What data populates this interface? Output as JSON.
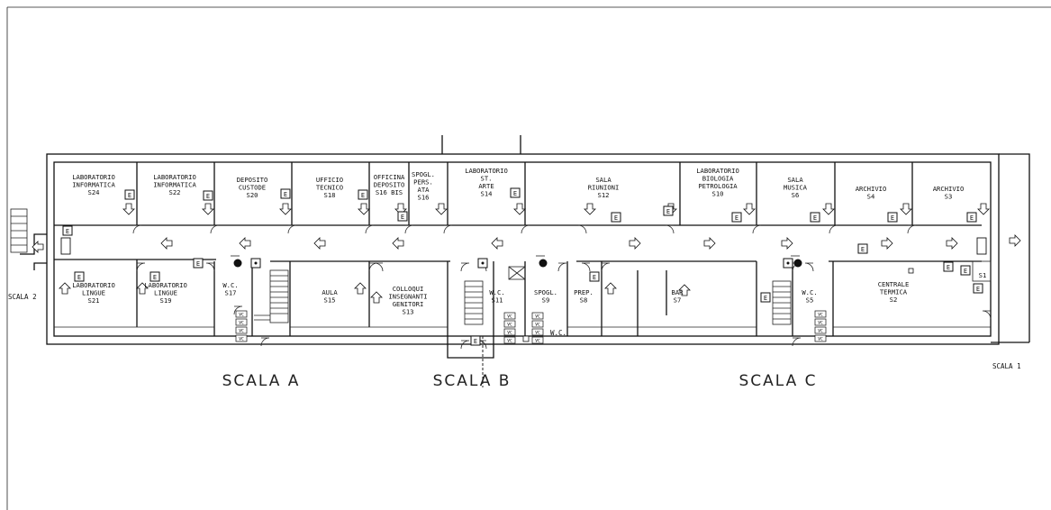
{
  "plan": {
    "rooms": [
      {
        "id": "s24",
        "lines": [
          "LABORATORIO",
          "INFORMATICA",
          "S24"
        ]
      },
      {
        "id": "s22",
        "lines": [
          "LABORATORIO",
          "INFORMATICA",
          "S22"
        ]
      },
      {
        "id": "s20",
        "lines": [
          "DEPOSITO",
          "CUSTODE",
          "S20"
        ]
      },
      {
        "id": "s18",
        "lines": [
          "UFFICIO",
          "TECNICO",
          "S18"
        ]
      },
      {
        "id": "s16bis",
        "lines": [
          "OFFICINA",
          "DEPOSITO",
          "S16 BIS"
        ]
      },
      {
        "id": "s16",
        "lines": [
          "SPOGL.",
          "PERS.",
          "ATA",
          "S16"
        ]
      },
      {
        "id": "s14",
        "lines": [
          "LABORATORIO",
          "ST.",
          "ARTE",
          "S14"
        ]
      },
      {
        "id": "s12",
        "lines": [
          "SALA",
          "RIUNIONI",
          "S12"
        ]
      },
      {
        "id": "s10",
        "lines": [
          "LABORATORIO",
          "BIOLOGIA",
          "PETROLOGIA",
          "S10"
        ]
      },
      {
        "id": "s6",
        "lines": [
          "SALA",
          "MUSICA",
          "S6"
        ]
      },
      {
        "id": "s4",
        "lines": [
          "ARCHIVIO",
          "S4"
        ]
      },
      {
        "id": "s3",
        "lines": [
          "ARCHIVIO",
          "S3"
        ]
      },
      {
        "id": "s21",
        "lines": [
          "LABORATORIO",
          "LINGUE",
          "S21"
        ]
      },
      {
        "id": "s19",
        "lines": [
          "LABORATORIO",
          "LINGUE",
          "S19"
        ]
      },
      {
        "id": "s17",
        "lines": [
          "W.C.",
          "S17"
        ]
      },
      {
        "id": "s15",
        "lines": [
          "AULA",
          "S15"
        ]
      },
      {
        "id": "s13",
        "lines": [
          "COLLOQUI",
          "INSEGNANTI",
          "GENITORI",
          "S13"
        ]
      },
      {
        "id": "s11",
        "lines": [
          "W.C.",
          "S11"
        ]
      },
      {
        "id": "s9",
        "lines": [
          "SPOGL.",
          "S9"
        ]
      },
      {
        "id": "s8",
        "lines": [
          "PREP.",
          "S8"
        ]
      },
      {
        "id": "s7",
        "lines": [
          "BAR",
          "S7"
        ]
      },
      {
        "id": "s5",
        "lines": [
          "W.C.",
          "S5"
        ]
      },
      {
        "id": "s2",
        "lines": [
          "CENTRALE",
          "TERMICA",
          "S2"
        ]
      },
      {
        "id": "s1",
        "lines": [
          "S1"
        ]
      }
    ],
    "wc_label": "W.C.",
    "stairs": [
      "SCALA A",
      "SCALA B",
      "SCALA C"
    ],
    "scala_1": "SCALA 1",
    "scala_2": "SCALA 2",
    "extinguisher_letter": "E",
    "vc_label": "VC"
  }
}
